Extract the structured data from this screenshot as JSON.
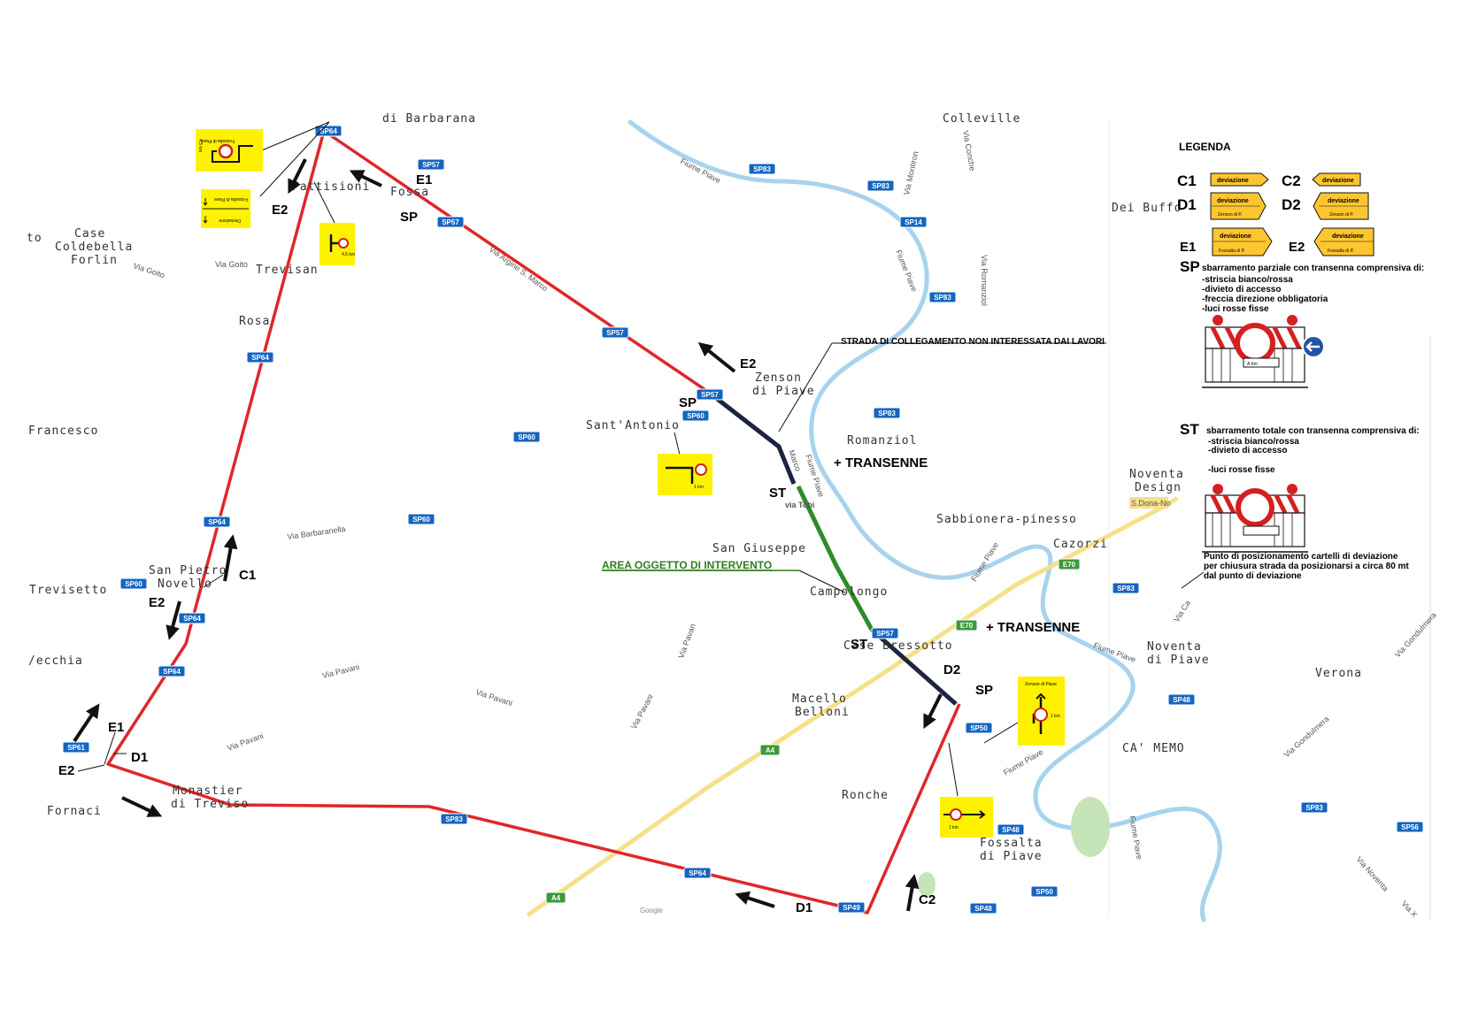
{
  "places": {
    "case_coldebella_1": "Case",
    "case_coldebella_2": "Coldebella",
    "case_coldebella_3": "Forlin",
    "to": "to",
    "francesco": "Francesco",
    "trevisetto": "Trevisetto",
    "vecchia": "/ecchia",
    "fornaci": "Fornaci",
    "san_pietro_1": "San Pietro",
    "san_pietro_2": "Novello",
    "monastier_1": "Monastier",
    "monastier_2": "di Treviso",
    "rosa": "Rosa",
    "trevisan": "Trevisan",
    "pattisioni": "Pattisioni",
    "fossa": "Fossa",
    "barbarana": "di Barbarana",
    "sant_antonio": "Sant'Antonio",
    "zenson_1": "Zenson",
    "zenson_2": "di Piave",
    "romanziol": "Romanziol",
    "san_giuseppe": "San Giuseppe",
    "campolongo": "Campolongo",
    "case_bressotto": "Case Bressotto",
    "macello_1": "Macello",
    "macello_2": "Belloni",
    "ronche": "Ronche",
    "fossalta_1": "Fossalta",
    "fossalta_2": "di Piave",
    "sabbionera": "Sabbionera-pinesso",
    "cazorzi": "Cazorzi",
    "dei_buffo": "Dei Buffo",
    "noventa_design_1": "Noventa",
    "noventa_design_2": "Design",
    "noventa_piave_1": "Noventa",
    "noventa_piave_2": "di Piave",
    "verona": "Verona",
    "ca_memo": "CA' MEMO",
    "colleville": "Colleville",
    "via_tobi": "via Tobi"
  },
  "streets": {
    "via_goito_1": "Via Goito",
    "via_goito_2": "Via Goito",
    "via_argine": "Via Argine S. Marco",
    "via_barbaranella": "Via Barbaranella",
    "via_pavani_1": "Via Pavani",
    "via_pavani_2": "Via Pavani",
    "via_pavani_3": "Via Pavani",
    "via_pavani_4": "Via Pavani",
    "via_pavan": "Via Pavan",
    "via_montiron": "Via Montiron",
    "via_conche": "Via Conche",
    "via_romanziol": "Via Romanziol",
    "via_ca": "Via Ca",
    "via_gondulmera_1": "Via Gondulmera",
    "via_gondulmera_2": "Via Gondulmera",
    "via_noventa": "Via Noventa",
    "via_x": "Via X",
    "fiume_piave_1": "Fiume Piave",
    "fiume_piave_2": "Fiume Piave",
    "fiume_piave_3": "Fiume Piave",
    "fiume_piave_4": "Fiume Piave",
    "fiume_piave_5": "Fiume Piave",
    "fiume_piave_6": "Fiume Piave",
    "fiume_piave_7": "Fiume Piave",
    "marco": "Marco",
    "s_dona": "S.Dona-No"
  },
  "road_badges": {
    "sp64_top": "SP64",
    "sp57_a": "SP57",
    "sp57_b": "SP57",
    "sp83_a": "SP83",
    "sp83_b": "SP83",
    "sp14": "SP14",
    "sp83_c": "SP83",
    "sp57_c": "SP57",
    "sp64_b": "SP64",
    "sp57_d": "SP57",
    "sp60_a": "SP60",
    "sp60_b": "SP60",
    "sp83_d": "SP83",
    "sp64_c": "SP64",
    "sp60_c": "SP60",
    "sp60_d": "SP60",
    "sp64_d": "SP64",
    "sp64_e": "SP64",
    "sp61": "SP61",
    "sp57_e": "SP57",
    "sp50_a": "SP50",
    "sp48_a": "SP48",
    "sp48_b": "SP48",
    "sp49": "SP49",
    "sp50_b": "SP50",
    "sp48_c": "SP48",
    "sp83_e": "SP83",
    "sp83_f": "SP83",
    "sp56": "SP56",
    "sp83_g": "SP83",
    "sp64_f": "SP64",
    "e70_a": "E70",
    "e70_b": "E70",
    "a4_a": "A4",
    "a4_b": "A4"
  },
  "route_labels": {
    "e1_top": "E1",
    "e2_top": "E2",
    "sp_top": "SP",
    "e2_mid": "E2",
    "sp_mid": "SP",
    "st_mid": "ST",
    "c1": "C1",
    "e2_left": "E2",
    "e1_left": "E1",
    "d1_left": "D1",
    "e2_bl": "E2",
    "st_low": "ST",
    "d2": "D2",
    "sp_right": "SP",
    "d1_bottom": "D1",
    "c2": "C2"
  },
  "annotations": {
    "strada_collegamento": "STRADA DI COLLEGAMENTO NON INTERESSATA DAI LAVORI",
    "transenne_1": "+ TRANSENNE",
    "transenne_2": "+ TRANSENNE",
    "area_intervento": "AREA OGGETTO DI INTERVENTO",
    "google": "Google"
  },
  "signs": {
    "sign_topleft_text": "Fossalta di Piave",
    "sign_topleft_km": "4,5 km",
    "sign_deviazione_1": "Fossalta di Piave",
    "sign_deviazione_2": "Deviazione",
    "sign_45km": "4,5 km",
    "sign_mid_km": "1 km",
    "sign_zenson_title": "Zenson di Piave",
    "sign_zenson_km": "1 km",
    "sign_bottom_km": "1 km"
  },
  "legend": {
    "title": "LEGENDA",
    "c1": "C1",
    "c2": "C2",
    "d1": "D1",
    "d2": "D2",
    "e1": "E1",
    "e2": "E2",
    "deviazione": "deviazione",
    "zenson": "Zenson di P.",
    "fossalta": "Fossalta di P.",
    "sp_code": "SP",
    "sp_desc": "sbarramento parziale con transenna comprensiva di:",
    "sp_item1": "-striscia bianco/rossa",
    "sp_item2": "-divieto di accesso",
    "sp_item3": "-freccia direzione obbligatoria",
    "sp_item4": "-luci rosse fisse",
    "sp_barrier_label": "A Km",
    "st_code": "ST",
    "st_desc": "sbarramento totale con transenna comprensiva di:",
    "st_item1": "-striscia bianco/rossa",
    "st_item2": "-divieto di accesso",
    "st_item3": "-luci rosse fisse",
    "note_1": "Punto di posizionamento cartelli di deviazione",
    "note_2": "per chiusura strada da posizionarsi a circa 80 mt",
    "note_3": "dal punto di deviazione"
  },
  "colors": {
    "detour_route": "#e0262a",
    "closed_road": "#1c2440",
    "work_area": "#2e8b2a",
    "river": "#a7d3ee",
    "motorway": "#f7e08a",
    "sign_yellow": "#fff200",
    "badge_blue": "#1565c0",
    "badge_green": "#3c9a3c"
  }
}
